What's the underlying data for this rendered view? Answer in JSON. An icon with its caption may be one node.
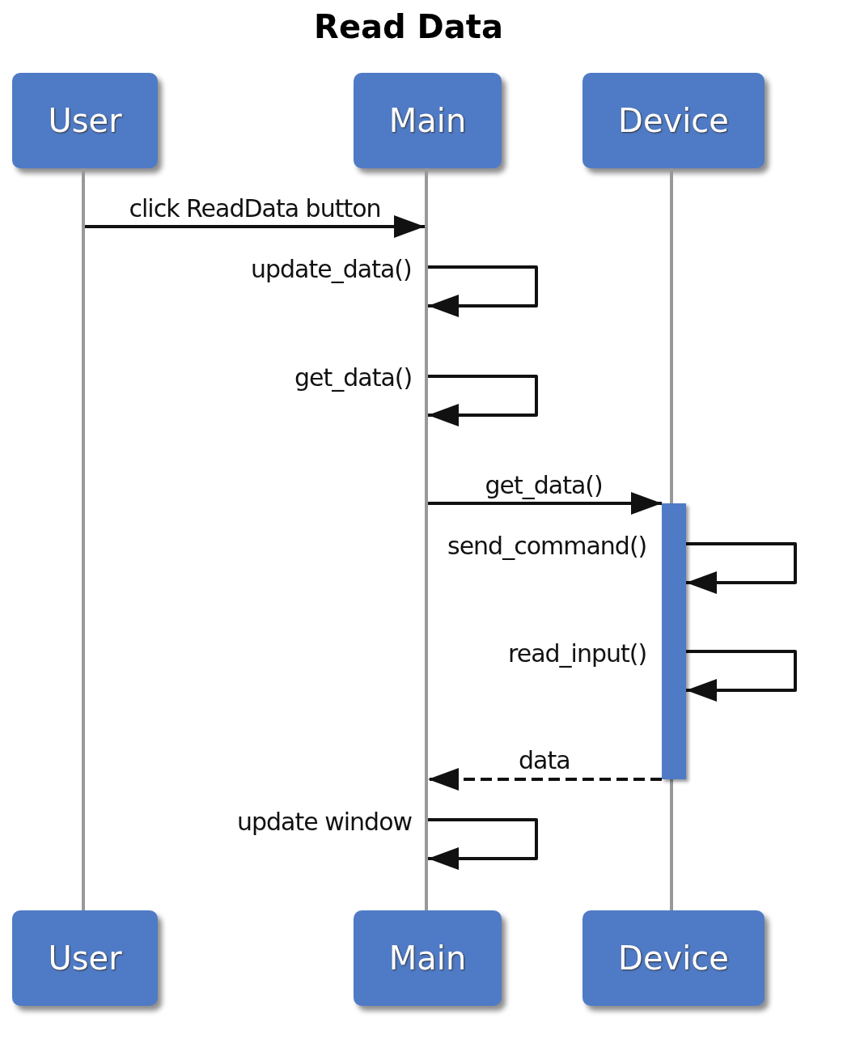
{
  "diagram": {
    "title": "Read Data",
    "nodes": [
      {
        "text": [
          "User"
        ]
      },
      {
        "text": [
          "Main"
        ]
      },
      {
        "text": [
          "Device"
        ]
      },
      {
        "text": [],
        "shape": "line"
      },
      {
        "text": [],
        "shape": "line"
      },
      {
        "text": [],
        "shape": "line"
      },
      {
        "text": [],
        "shape": "bar"
      },
      {
        "text": [
          "User"
        ]
      },
      {
        "text": [
          "Main"
        ]
      },
      {
        "text": [
          "Device"
        ]
      }
    ],
    "edges": [
      {
        "from": 3,
        "to": 4,
        "arrow": "to",
        "label": "click ReadData button"
      },
      {
        "from": 4,
        "to": 4,
        "arrow": "to",
        "label": "update_data()"
      },
      {
        "from": 4,
        "to": 4,
        "arrow": "to",
        "label": "get_data()"
      },
      {
        "from": 4,
        "to": 6,
        "arrow": "to",
        "label": "get_data()"
      },
      {
        "from": 6,
        "to": 6,
        "arrow": "to",
        "label": "send_command()"
      },
      {
        "from": 6,
        "to": 6,
        "arrow": "to",
        "label": "read_input()"
      },
      {
        "from": 6,
        "to": 4,
        "arrow": "to",
        "label": "data",
        "style": "dashed"
      },
      {
        "from": 4,
        "to": 4,
        "arrow": "to",
        "label": "update window"
      }
    ]
  }
}
